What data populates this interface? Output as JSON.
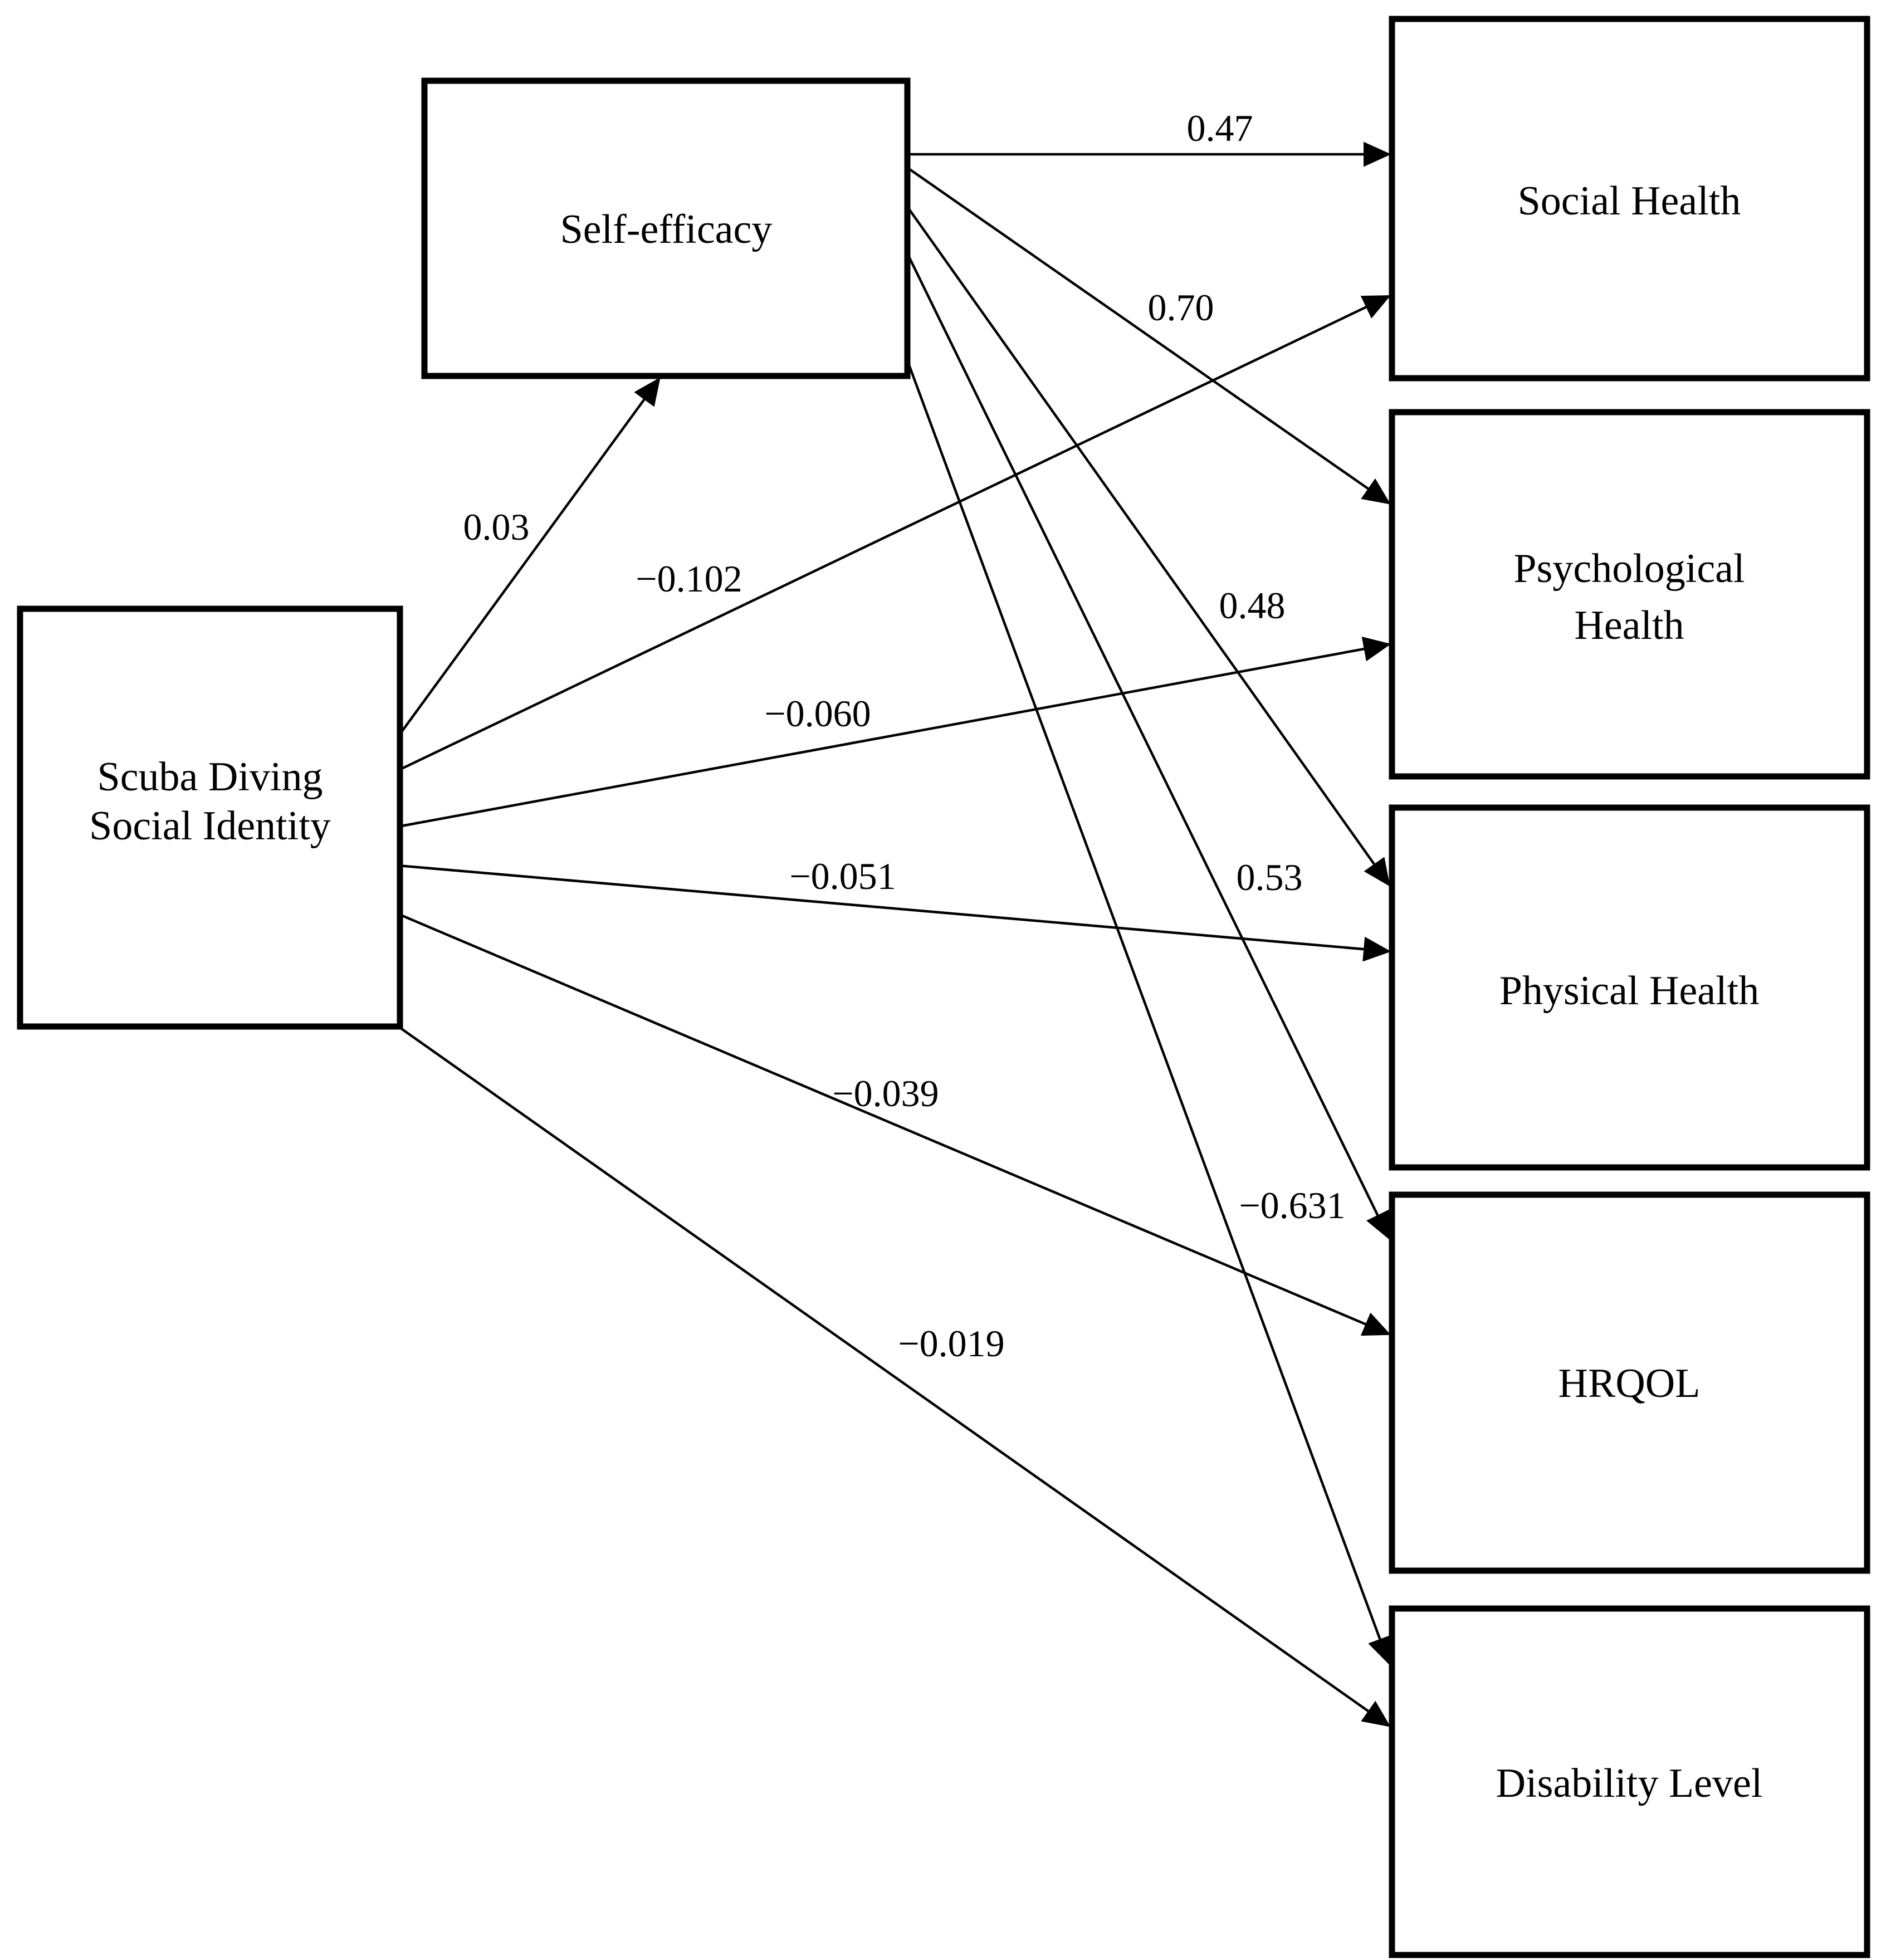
{
  "diagram": {
    "type": "path-model",
    "nodes": {
      "scuba": {
        "lines": [
          "Scuba Diving",
          "Social Identity"
        ]
      },
      "selfefficacy": {
        "label": "Self-efficacy"
      },
      "social": {
        "label": "Social Health"
      },
      "psychological": {
        "lines": [
          "Psychological",
          "Health"
        ]
      },
      "physical": {
        "label": "Physical Health"
      },
      "hrqol": {
        "label": "HRQOL"
      },
      "disability": {
        "label": "Disability Level"
      }
    },
    "edges": [
      {
        "from": "Scuba Diving Social Identity",
        "to": "Self-efficacy",
        "value": "0.03"
      },
      {
        "from": "Scuba Diving Social Identity",
        "to": "Social Health",
        "value": "−0.102"
      },
      {
        "from": "Scuba Diving Social Identity",
        "to": "Psychological Health",
        "value": "−0.060"
      },
      {
        "from": "Scuba Diving Social Identity",
        "to": "Physical Health",
        "value": "−0.051"
      },
      {
        "from": "Scuba Diving Social Identity",
        "to": "HRQOL",
        "value": "−0.039"
      },
      {
        "from": "Scuba Diving Social Identity",
        "to": "Disability Level",
        "value": "−0.019"
      },
      {
        "from": "Self-efficacy",
        "to": "Social Health",
        "value": "0.47"
      },
      {
        "from": "Self-efficacy",
        "to": "Psychological Health",
        "value": "0.70"
      },
      {
        "from": "Self-efficacy",
        "to": "Physical Health",
        "value": "0.48"
      },
      {
        "from": "Self-efficacy",
        "to": "HRQOL",
        "value": "0.53"
      },
      {
        "from": "Self-efficacy",
        "to": "Disability Level",
        "value": "−0.631"
      }
    ],
    "colors": {
      "background": "#ffffff",
      "box_fill": "#ffffff",
      "box_border": "#000000",
      "line": "#000000",
      "text": "#000000"
    }
  }
}
